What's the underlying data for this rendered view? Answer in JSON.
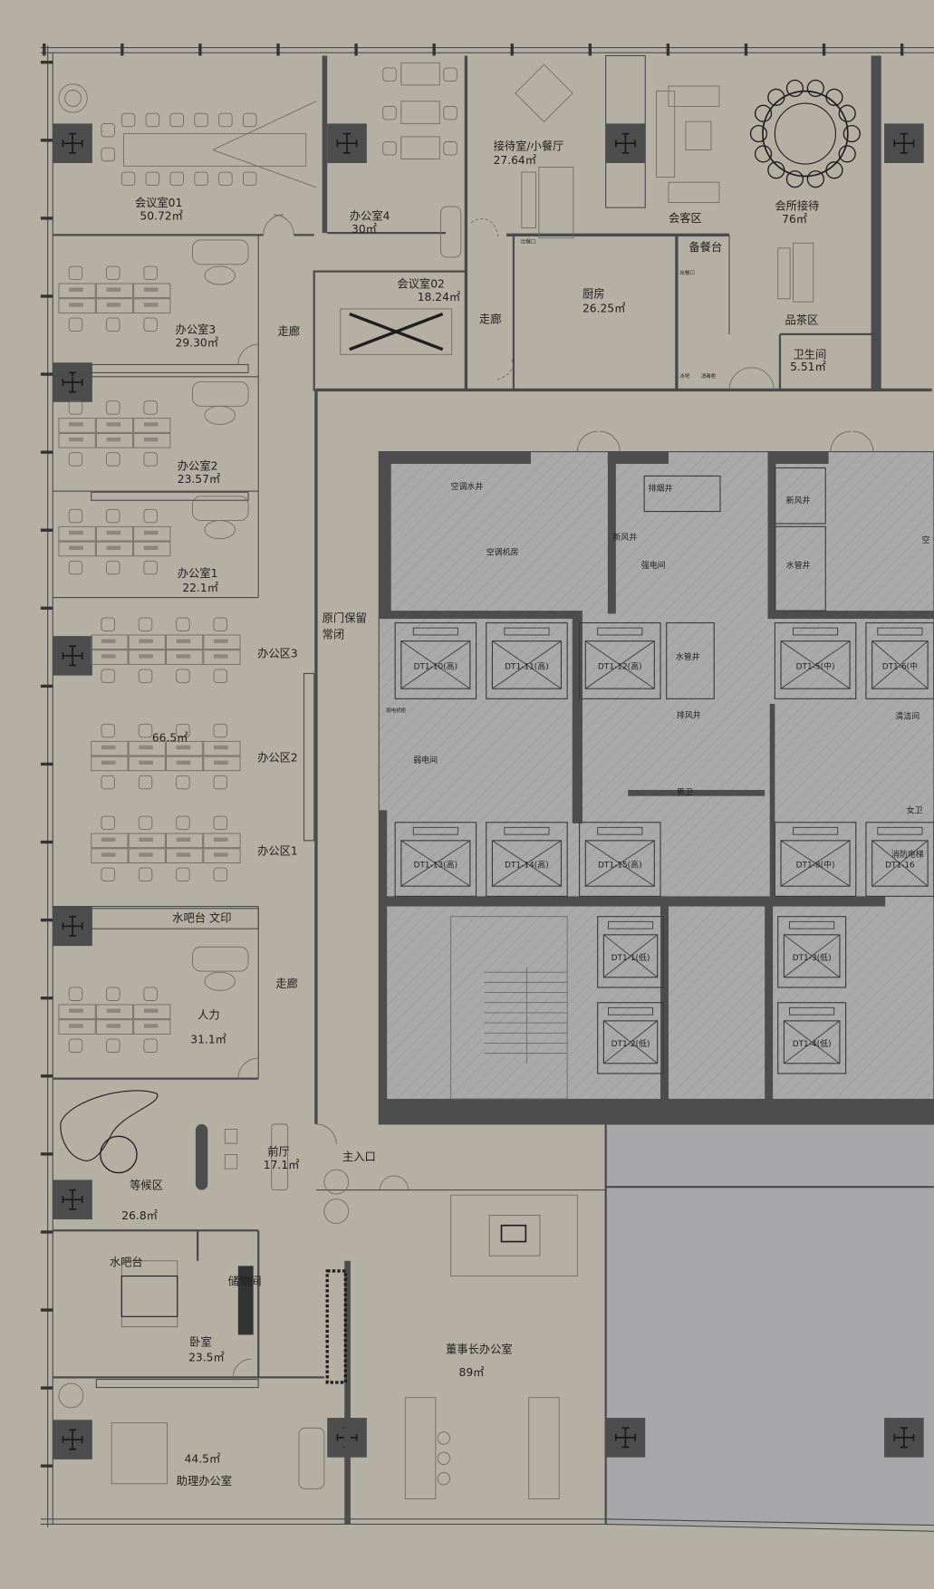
{
  "title": "Office floor plan",
  "colors": {
    "background": "#b4b1a4",
    "core": "#a9a9a9",
    "wall": "#4a4a4a",
    "column": "#4d4d4d",
    "lower_right": "#a7a7aa"
  },
  "rooms": {
    "meeting01": {
      "name": "会议室01",
      "area": "50.72㎡"
    },
    "office4": {
      "name": "办公室4",
      "area": "30㎡"
    },
    "reception_dining": {
      "name": "接待室/小餐厅",
      "area": "27.64㎡"
    },
    "guest_area": {
      "name": "会客区"
    },
    "club_reception": {
      "name": "会所接待",
      "area": "76㎡"
    },
    "pantry": {
      "name": "备餐台"
    },
    "kitchen": {
      "name": "厨房",
      "area": "26.25㎡"
    },
    "meeting02": {
      "name": "会议室02",
      "area": "18.24㎡"
    },
    "office3": {
      "name": "办公室3",
      "area": "29.30㎡"
    },
    "corridor_a": {
      "name": "走廊"
    },
    "corridor_b": {
      "name": "走廊"
    },
    "corridor_c": {
      "name": "走廊"
    },
    "tea_area": {
      "name": "品茶区"
    },
    "restroom": {
      "name": "卫生间",
      "area": "5.51㎡"
    },
    "ice_bar": {
      "name": "冰吧"
    },
    "sterilizer": {
      "name": "消毒柜"
    },
    "serving_window_1": {
      "name": "出餐口"
    },
    "serving_window_2": {
      "name": "出餐口"
    },
    "office2": {
      "name": "办公室2",
      "area": "23.57㎡"
    },
    "office1": {
      "name": "办公室1",
      "area": "22.1㎡"
    },
    "original_door": {
      "line1": "原门保留",
      "line2": "常闭"
    },
    "work_area3": {
      "name": "办公区3"
    },
    "work_area_total": {
      "area": "66.5㎡"
    },
    "work_area2": {
      "name": "办公区2"
    },
    "work_area1": {
      "name": "办公区1"
    },
    "water_bar_print": {
      "name": "水吧台  文印"
    },
    "hr": {
      "name": "人力",
      "area": "31.1㎡"
    },
    "front_hall": {
      "name": "前厅",
      "area": "17.1㎡"
    },
    "waiting": {
      "name": "等候区",
      "area": "26.8㎡"
    },
    "main_entrance": {
      "name": "主入口"
    },
    "water_bar": {
      "name": "水吧台"
    },
    "storage": {
      "name": "储物间"
    },
    "bedroom": {
      "name": "卧室",
      "area": "23.5㎡"
    },
    "chairman": {
      "name": "董事长办公室",
      "area": "89㎡"
    },
    "assistant": {
      "name": "助理办公室",
      "area": "44.5㎡"
    }
  },
  "core": {
    "ac_water_shaft": "空调水井",
    "ac_room": "空调机房",
    "smoke_shaft": "排烟井",
    "fresh_air_shaft_1": "新风井",
    "power_room": "强电间",
    "fresh_air_shaft_2": "新风井",
    "water_pipe_shaft_1": "水管井",
    "cut_label": "空",
    "water_pipe_shaft_2": "水管井",
    "weak_power_room": "弱电间",
    "weak_cabinet": "弱电机柜",
    "exhaust_shaft": "排风井",
    "cleaning_room": "清洁间",
    "mens_wc": "男卫",
    "womens_wc": "女卫",
    "fire_elevator": "消防电梯",
    "elevators": [
      "DT1-10(高)",
      "DT1-11(高)",
      "DT1-12(高)",
      "DT1-5(中)",
      "DT1-6(中",
      "DT1-13(高)",
      "DT1-14(高)",
      "DT1-15(高)",
      "DT1-8(中)",
      "DT1-16",
      "DT1-1(低)",
      "DT1-2(低)",
      "DT1-3(低)",
      "DT1-4(低)"
    ]
  }
}
